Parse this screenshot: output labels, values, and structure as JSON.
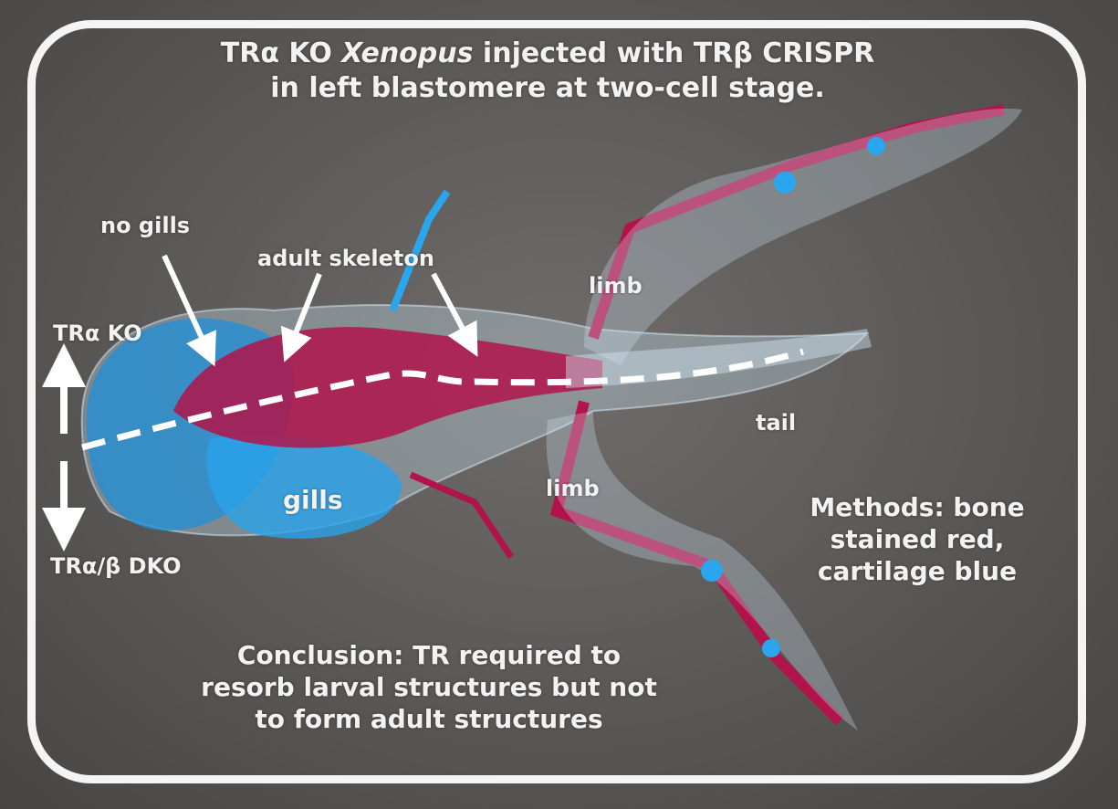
{
  "title": {
    "line1_pre": "TRα KO ",
    "line1_italic": "Xenopus",
    "line1_post": " injected with TRβ CRISPR",
    "line2": "in left blastomere at two-cell stage."
  },
  "labels": {
    "no_gills": "no gills",
    "adult_skeleton": "adult skeleton",
    "limb_upper": "limb",
    "limb_lower": "limb",
    "tail": "tail",
    "gills": "gills",
    "tra_ko": "TRα KO",
    "dko": "TRα/β DKO"
  },
  "methods": {
    "line1": "Methods: bone",
    "line2": "stained red,",
    "line3": "cartilage blue"
  },
  "conclusion": {
    "line1": "Conclusion: TR required to",
    "line2": "resorb larval structures but not",
    "line3": "to form adult structures"
  },
  "colors": {
    "bone": "#b0144a",
    "cartilage": "#1e9be6",
    "background": "#5a5856",
    "frame": "#f4f4f4"
  }
}
